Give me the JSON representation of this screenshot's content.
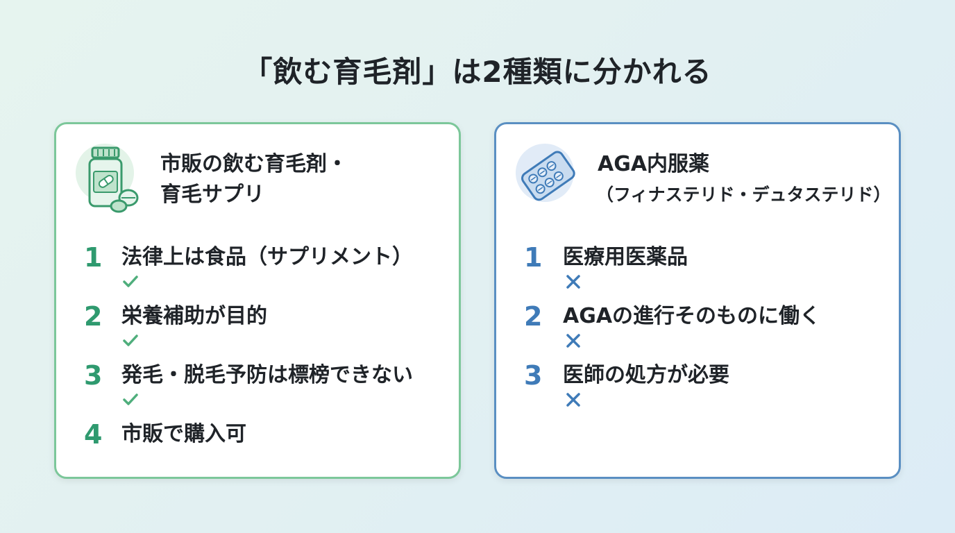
{
  "title": "「飲む育毛剤」は2種類に分かれる",
  "colors": {
    "left_accent": "#2f9a6f",
    "left_border": "#7cc79a",
    "right_accent": "#3f7bb8",
    "right_border": "#5a8fc2"
  },
  "left_card": {
    "icon": "supplement-bottle-icon",
    "heading_line1": "市販の飲む育毛剤・",
    "heading_line2": "育毛サプリ",
    "items": [
      {
        "num": "1",
        "text": "法律上は食品（サプリメント）",
        "mark": "check-icon"
      },
      {
        "num": "2",
        "text": "栄養補助が目的",
        "mark": "check-icon"
      },
      {
        "num": "3",
        "text": "発毛・脱毛予防は標榜できない",
        "mark": "check-icon"
      },
      {
        "num": "4",
        "text": "市販で購入可",
        "mark": ""
      }
    ]
  },
  "right_card": {
    "icon": "pill-blister-icon",
    "heading_line1": "AGA内服薬",
    "heading_line2": "（フィナステリド・デュタステリド）",
    "items": [
      {
        "num": "1",
        "text": "医療用医薬品",
        "mark": "cross-icon"
      },
      {
        "num": "2",
        "text": "AGAの進行そのものに働く",
        "mark": "cross-icon"
      },
      {
        "num": "3",
        "text": "医師の処方が必要",
        "mark": "cross-icon"
      }
    ]
  }
}
